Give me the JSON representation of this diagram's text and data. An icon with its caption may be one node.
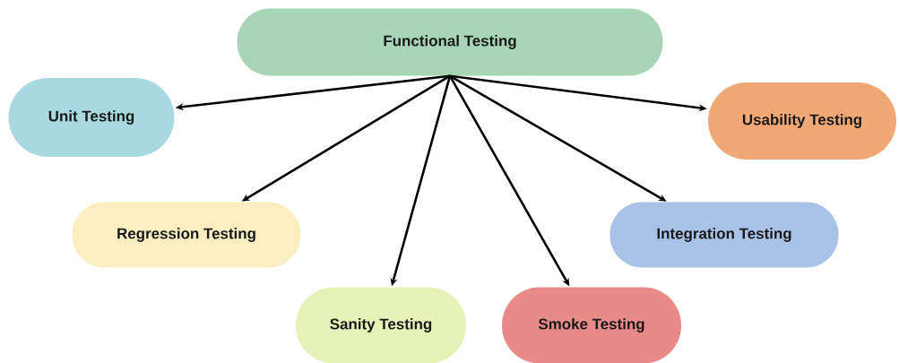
{
  "diagram": {
    "nodes": [
      {
        "text": [
          "Functional Testing"
        ]
      },
      {
        "text": [
          "Unit Testing"
        ]
      },
      {
        "text": [
          "Usability Testing"
        ]
      },
      {
        "text": [
          "Regression Testing"
        ]
      },
      {
        "text": [
          "Integration Testing"
        ]
      },
      {
        "text": [
          "Sanity Testing"
        ]
      },
      {
        "text": [
          "Smoke Testing"
        ]
      }
    ],
    "edges": [
      {
        "from": 0,
        "to": 1,
        "arrow": "to"
      },
      {
        "from": 0,
        "to": 2,
        "arrow": "to"
      },
      {
        "from": 0,
        "to": 3,
        "arrow": "to"
      },
      {
        "from": 0,
        "to": 4,
        "arrow": "to"
      },
      {
        "from": 0,
        "to": 5,
        "arrow": "to"
      },
      {
        "from": 0,
        "to": 6,
        "arrow": "to"
      }
    ]
  }
}
